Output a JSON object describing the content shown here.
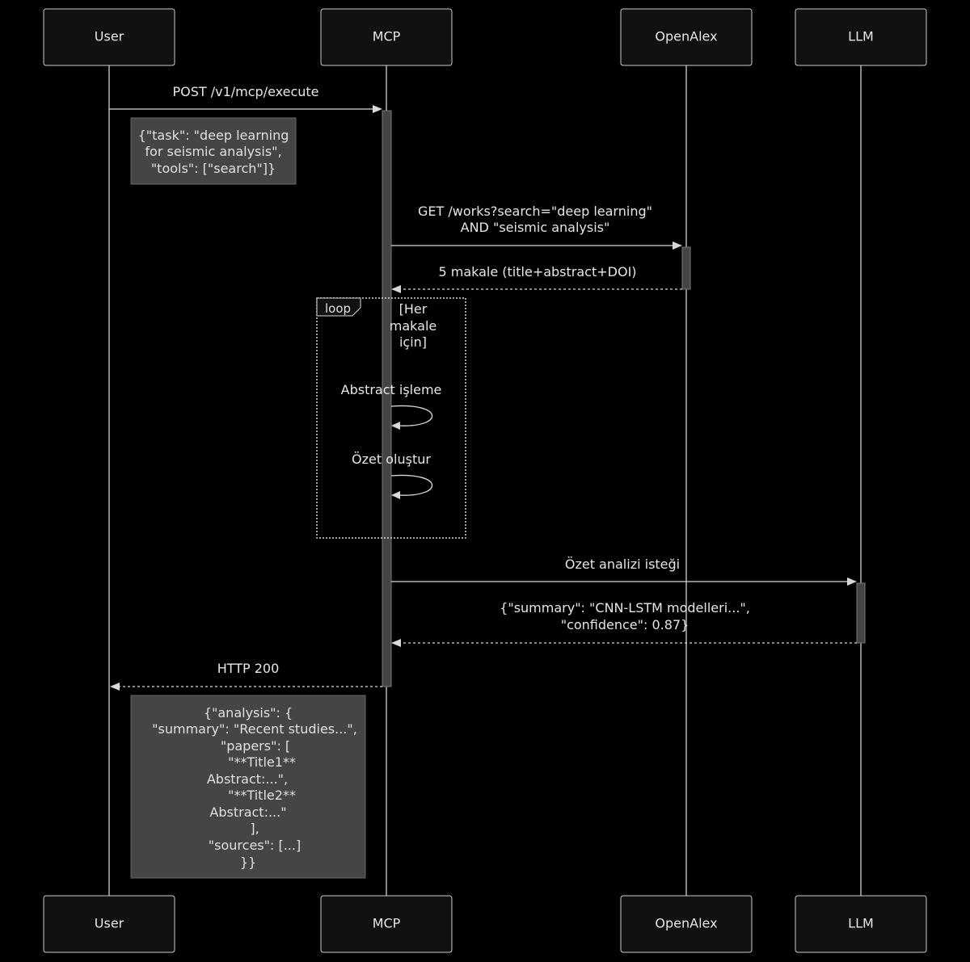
{
  "actors": [
    {
      "id": "user",
      "label": "User"
    },
    {
      "id": "mcp",
      "label": "MCP"
    },
    {
      "id": "openalex",
      "label": "OpenAlex"
    },
    {
      "id": "llm",
      "label": "LLM"
    }
  ],
  "messages": [
    {
      "id": "m1",
      "from": "user",
      "to": "mcp",
      "style": "solid",
      "lines": [
        "POST /v1/mcp/execute"
      ]
    },
    {
      "id": "m2",
      "from": "mcp",
      "to": "openalex",
      "style": "solid",
      "lines": [
        "GET /works?search=\"deep learning\"",
        "AND \"seismic analysis\""
      ]
    },
    {
      "id": "m3",
      "from": "openalex",
      "to": "mcp",
      "style": "dashed",
      "lines": [
        "5 makale (title+abstract+DOI)"
      ]
    },
    {
      "id": "m4",
      "from": "mcp",
      "to": "mcp",
      "style": "self",
      "lines": [
        "Abstract işleme"
      ]
    },
    {
      "id": "m5",
      "from": "mcp",
      "to": "mcp",
      "style": "self",
      "lines": [
        "Özet oluştur"
      ]
    },
    {
      "id": "m6",
      "from": "mcp",
      "to": "llm",
      "style": "solid",
      "lines": [
        "Özet analizi isteği"
      ]
    },
    {
      "id": "m7",
      "from": "llm",
      "to": "mcp",
      "style": "dashed",
      "lines": [
        "{\"summary\": \"CNN-LSTM modelleri...\",",
        "\"confidence\": 0.87}"
      ]
    },
    {
      "id": "m8",
      "from": "mcp",
      "to": "user",
      "style": "dashed",
      "lines": [
        "HTTP 200"
      ]
    }
  ],
  "notes": [
    {
      "id": "n1",
      "lines": [
        "{\"task\": \"deep learning",
        "for seismic analysis\",",
        "\"tools\": [\"search\"]}"
      ]
    },
    {
      "id": "n2",
      "lines": [
        "{\"analysis\": {",
        "\"summary\": \"Recent studies...\",",
        "\"papers\": [",
        "\"**Title1**",
        "Abstract:...\",",
        "\"**Title2**",
        "Abstract:...\"",
        "],",
        "\"sources\": [...]",
        "}}"
      ]
    }
  ],
  "loop": {
    "label": "loop",
    "condition_lines": [
      "[Her",
      "makale",
      "için]"
    ]
  }
}
